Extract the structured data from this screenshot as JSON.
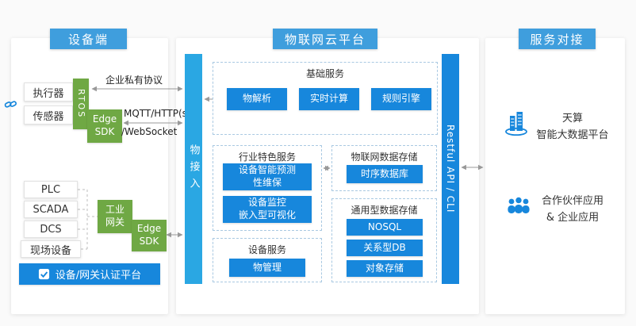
{
  "colors": {
    "header-blue": "#3f9edd",
    "box-blue": "#1787dc",
    "bar-blue": "#2aa7e3",
    "green": "#6fa844",
    "arrow-gray": "#999999",
    "bg": "#fafafa"
  },
  "device": {
    "title": "设备端",
    "actuator": "执行器",
    "sensor": "传感器",
    "rtos": "RTOS",
    "edge_sdk": "Edge\nSDK",
    "private_protocol_label": "企业私有协议",
    "mqtt_label": "MQTT/HTTP(s)",
    "websocket_label": "/WebSocket",
    "plc": "PLC",
    "scada": "SCADA",
    "dcs": "DCS",
    "field_device": "现场设备",
    "gateway": "工业\n网关",
    "edge_sdk2": "Edge\nSDK",
    "auth": "设备/网关认证平台"
  },
  "cloud": {
    "title": "物联网云平台",
    "access_bar": "物接入",
    "api_bar": "Restful API / CLI",
    "basic": {
      "title": "基础服务",
      "items": [
        "物解析",
        "实时计算",
        "规则引擎"
      ]
    },
    "industry": {
      "title": "行业特色服务",
      "items": [
        "设备智能预测\n性维保",
        "设备监控\n嵌入型可视化"
      ]
    },
    "device_service": {
      "title": "设备服务",
      "items": [
        "物管理"
      ]
    },
    "iot_storage": {
      "title": "物联网数据存储",
      "items": [
        "时序数据库"
      ]
    },
    "general_storage": {
      "title": "通用型数据存储",
      "items": [
        "NOSQL",
        "关系型DB",
        "对象存储"
      ]
    }
  },
  "services": {
    "title": "服务对接",
    "bigdata": "天算\n智能大数据平台",
    "partner": "合作伙伴应用\n& 企业应用"
  }
}
